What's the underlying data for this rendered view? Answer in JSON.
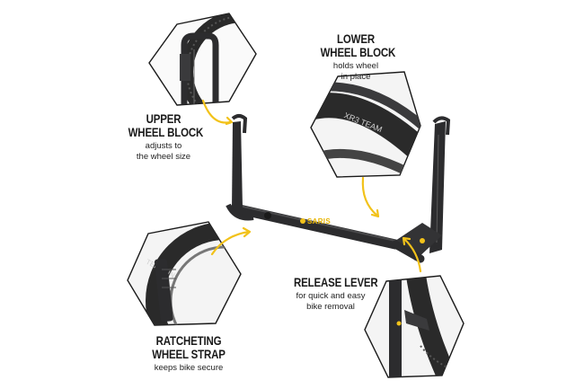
{
  "brand_logo": "SARIS",
  "callouts": {
    "upper": {
      "title_line1": "UPPER",
      "title_line2": "WHEEL BLOCK",
      "desc_line1": "adjusts to",
      "desc_line2": "the wheel size"
    },
    "lower": {
      "title_line1": "LOWER",
      "title_line2": "WHEEL BLOCK",
      "desc_line1": "holds wheel",
      "desc_line2": "in place"
    },
    "release": {
      "title_line1": "RELEASE LEVER",
      "desc_line1": "for quick and easy",
      "desc_line2": "bike removal"
    },
    "strap": {
      "title_line1": "RATCHETING",
      "title_line2": "WHEEL STRAP",
      "desc_line1": "keeps bike secure"
    }
  },
  "tire_text": "XR3 TEAM",
  "colors": {
    "accent": "#f2c21a",
    "rack": "#2c2c2e",
    "outline": "#1a1a1a"
  }
}
